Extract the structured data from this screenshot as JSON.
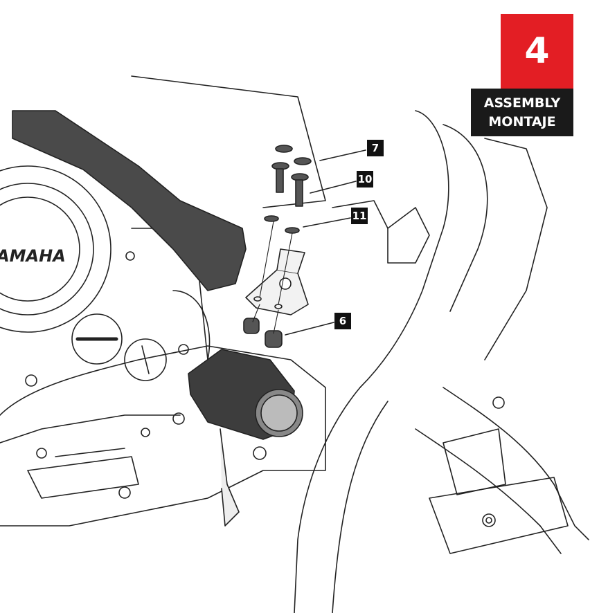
{
  "step": {
    "number": "4",
    "title_en": "ASSEMBLY",
    "title_es": "MONTAJE"
  },
  "callouts": [
    {
      "label": "7",
      "part": "washer"
    },
    {
      "label": "10",
      "part": "bolt"
    },
    {
      "label": "11",
      "part": "washer"
    },
    {
      "label": "6",
      "part": "spacer"
    }
  ],
  "logo_text": "YAMAHA",
  "colors": {
    "accent": "#e31e24",
    "title_bg": "#1a1a1a",
    "line": "#222222",
    "bar": "#4a4a4a"
  }
}
